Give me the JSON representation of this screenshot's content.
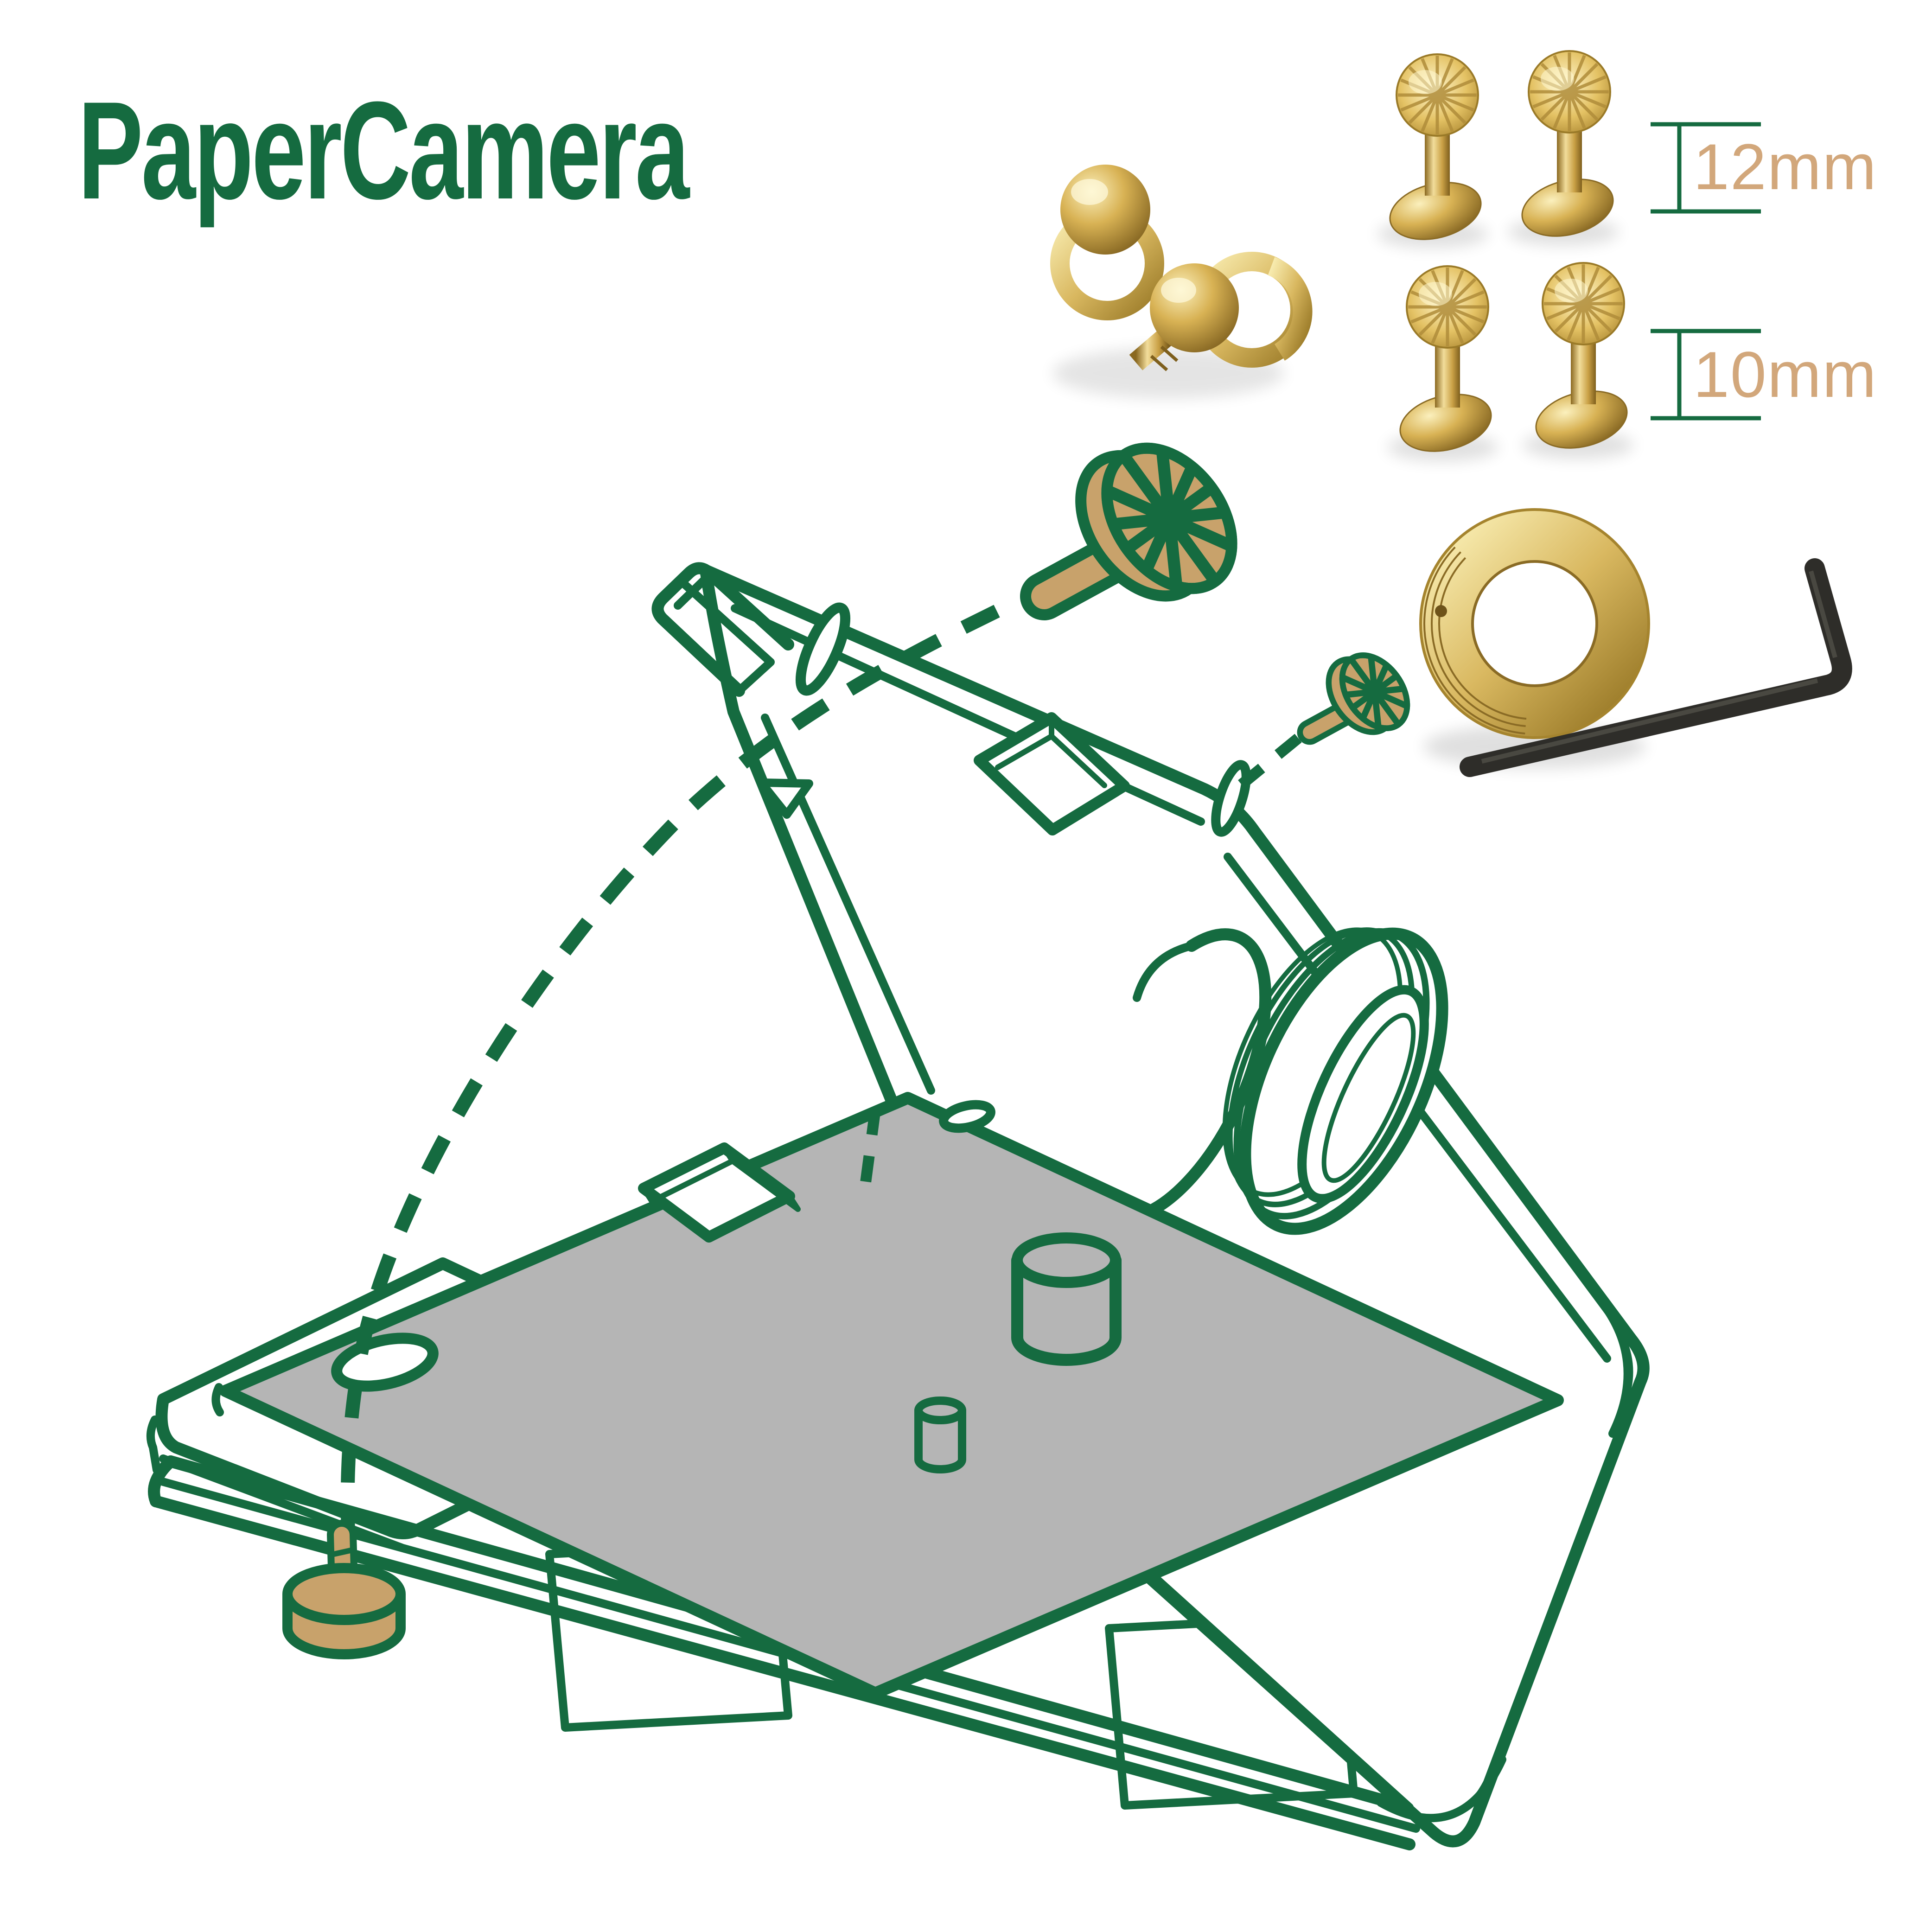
{
  "title": "PaperCamera",
  "measurements": [
    {
      "label": "12mm"
    },
    {
      "label": "10mm"
    }
  ],
  "colors": {
    "outline_green": "#156B40",
    "drawn_brass_tan": "#C8A26B",
    "label_tan": "#D2A77B",
    "plate_gray": "#B5B5B5",
    "brass_highlight": "#F6E7AD",
    "brass_mid": "#D2AC52",
    "brass_dark": "#8A6B25",
    "hex_key_dark": "#2E2D29",
    "background": "#FFFFFF"
  },
  "parts": {
    "front_panel": "front-panel-drawing",
    "middle_plate": "middle-plate-gray-drawing",
    "bottom_plate": "bottom-plate-and-base-strip-drawing",
    "drawn_screws": "brass-screw-illustrations",
    "ring_screws_photo": "brass-ring-screws",
    "chicago_screws_12mm_photo": "brass-chicago-screws-12mm",
    "chicago_screws_10mm_photo": "brass-chicago-screws-10mm",
    "lens_ring_photo": "brass-lens-ring",
    "hex_key_photo": "hex-key"
  }
}
